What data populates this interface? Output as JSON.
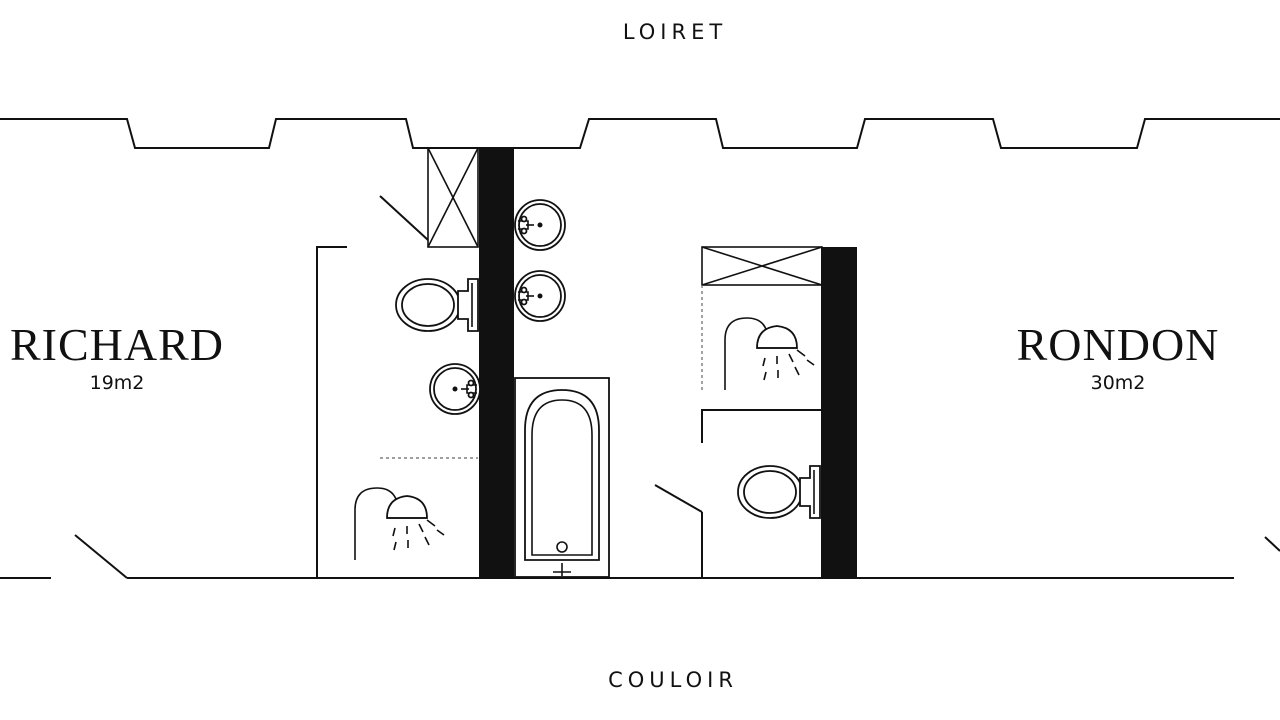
{
  "labels": {
    "street_top": "LOIRET",
    "street_bottom": "COULOIR"
  },
  "rooms": [
    {
      "name": "RICHARD",
      "area": "19m2"
    },
    {
      "name": "RONDON",
      "area": "30m2"
    }
  ],
  "colors": {
    "ink": "#111111",
    "background": "#ffffff"
  },
  "icons": [
    "shower-icon",
    "toilet-icon",
    "sink-icon",
    "bathtub-icon"
  ]
}
